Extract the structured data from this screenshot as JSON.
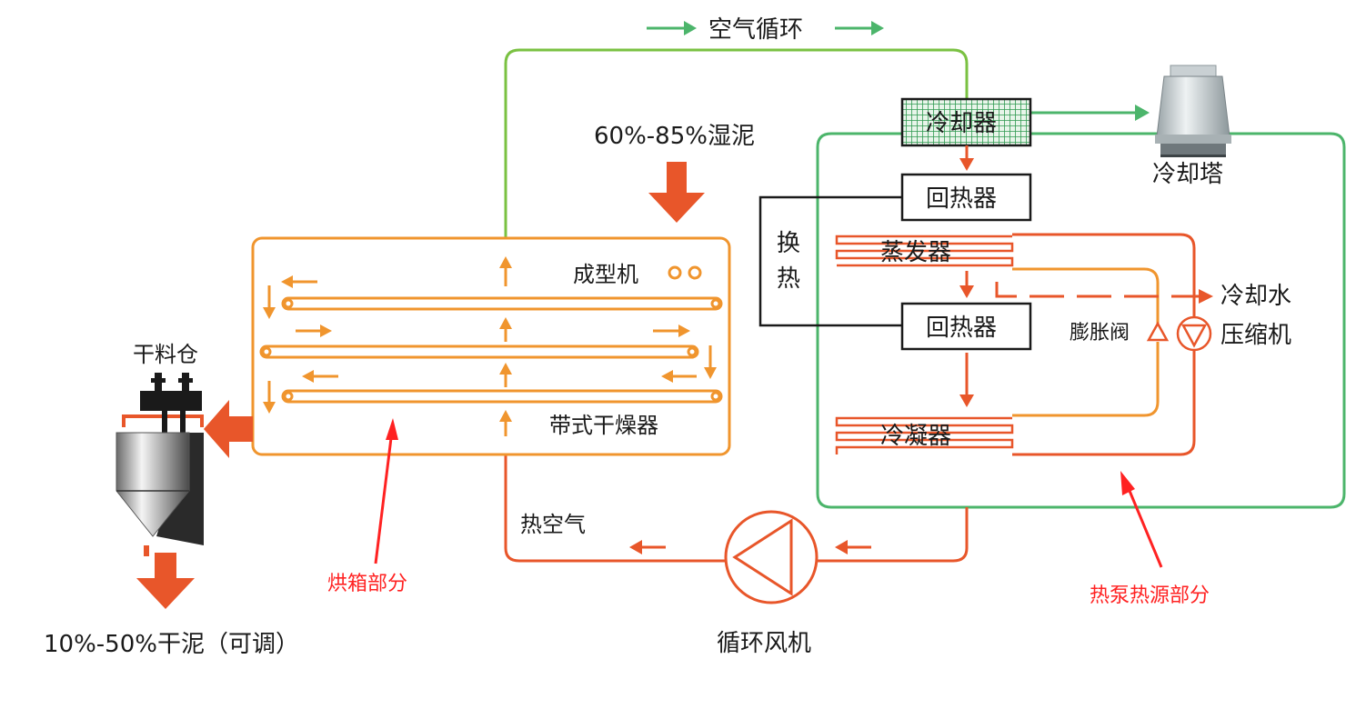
{
  "labels": {
    "air_cycle": "空气循环",
    "wet_sludge": "60%-85%湿泥",
    "forming_machine": "成型机",
    "belt_dryer": "带式干燥器",
    "dry_bin": "干料仓",
    "dry_sludge": "10%-50%干泥（可调）",
    "hot_air": "热空气",
    "circ_fan": "循环风机",
    "cooler": "冷却器",
    "cooling_tower": "冷却塔",
    "recuperator_top": "回热器",
    "recuperator_mid": "回热器",
    "heat_exchange_1": "换",
    "heat_exchange_2": "热",
    "evaporator": "蒸发器",
    "condenser": "冷凝器",
    "expansion_valve": "膨胀阀",
    "cooling_water": "冷却水",
    "compressor": "压缩机"
  },
  "annotations": {
    "oven_section": "烘箱部分",
    "heat_pump_section": "热泵热源部分"
  },
  "colors": {
    "air_green": "#7ac142",
    "loop_green": "#4cb56b",
    "orange": "#f0952e",
    "red_orange": "#e8562a",
    "annotation_red": "#ff2222",
    "cooler_fill": "#3aa35a",
    "dark": "#1a1a1a"
  }
}
